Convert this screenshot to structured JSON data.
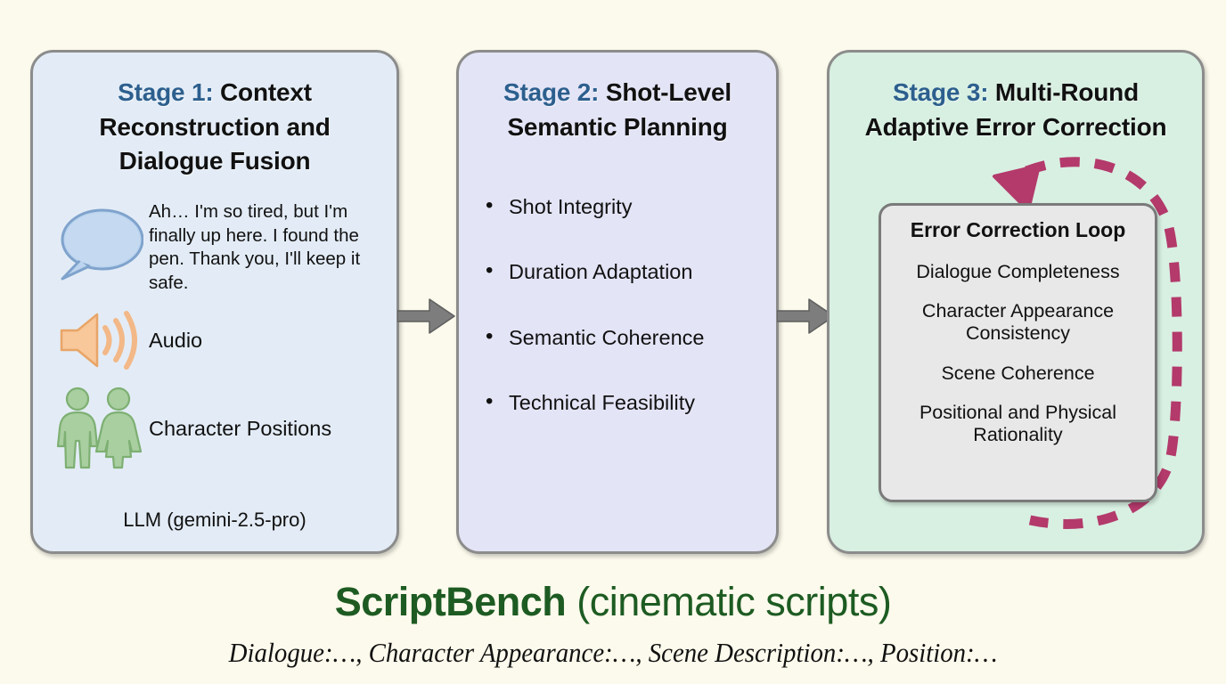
{
  "page": {
    "background_color": "#fcfaec",
    "accent_stage_color": "#2c5f8e",
    "loop_arrow_color": "#b33a6b",
    "flow_arrow_color": "#787878"
  },
  "stages": [
    {
      "id": "stage1",
      "kicker": "Stage 1:",
      "title": " Context Reconstruction and Dialogue Fusion",
      "background_color": "#e3ecf6",
      "rows": [
        {
          "icon": "speech-bubble-icon",
          "text": "Ah… I'm so tired, but I'm finally up here. I found the pen. Thank you, I'll keep it safe."
        },
        {
          "icon": "speaker-audio-icon",
          "text": "Audio"
        },
        {
          "icon": "two-people-icon",
          "text": "Character Positions"
        }
      ],
      "footer": "LLM (gemini-2.5-pro)"
    },
    {
      "id": "stage2",
      "kicker": "Stage 2:",
      "title": " Shot-Level Semantic Planning",
      "background_color": "#e3e4f6",
      "bullets": [
        "Shot Integrity",
        "Duration Adaptation",
        "Semantic Coherence",
        "Technical Feasibility"
      ]
    },
    {
      "id": "stage3",
      "kicker": "Stage 3:",
      "title": " Multi-Round Adaptive Error Correction",
      "background_color": "#d8f0e2",
      "loop_box": {
        "title": "Error Correction Loop",
        "items": [
          "Dialogue Completeness",
          "Character Appearance Consistency",
          "Scene Coherence",
          "Positional and Physical Rationality"
        ]
      }
    }
  ],
  "footer": {
    "title_bold": "ScriptBench",
    "title_regular": " (cinematic scripts)",
    "subtitle": "Dialogue:…, Character Appearance:…, Scene Description:…, Position:…"
  }
}
